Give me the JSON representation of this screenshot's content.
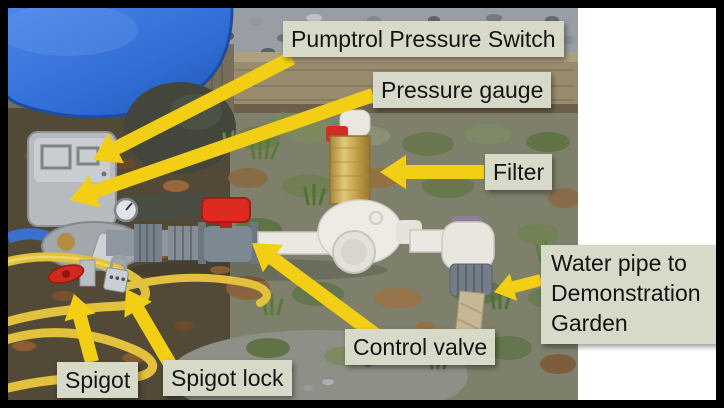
{
  "labels": {
    "pumptrol": "Pumptrol Pressure Switch",
    "pressure_gauge": "Pressure gauge",
    "filter": "Filter",
    "water_pipe": "Water pipe to Demonstration Garden",
    "control_valve": "Control valve",
    "spigot": "Spigot",
    "spigot_lock": "Spigot lock"
  },
  "colors": {
    "arrow": "#f2ce15",
    "label_bg": "#d8dac9",
    "label_text": "#141414",
    "frame_border": "#000000",
    "canvas_bg": "#ffffff",
    "tank_blue": "#2f6cd4",
    "valve_red": "#de2b1f",
    "filter_gold": "#c8a44c",
    "hose_yellow": "#e2c13d"
  }
}
